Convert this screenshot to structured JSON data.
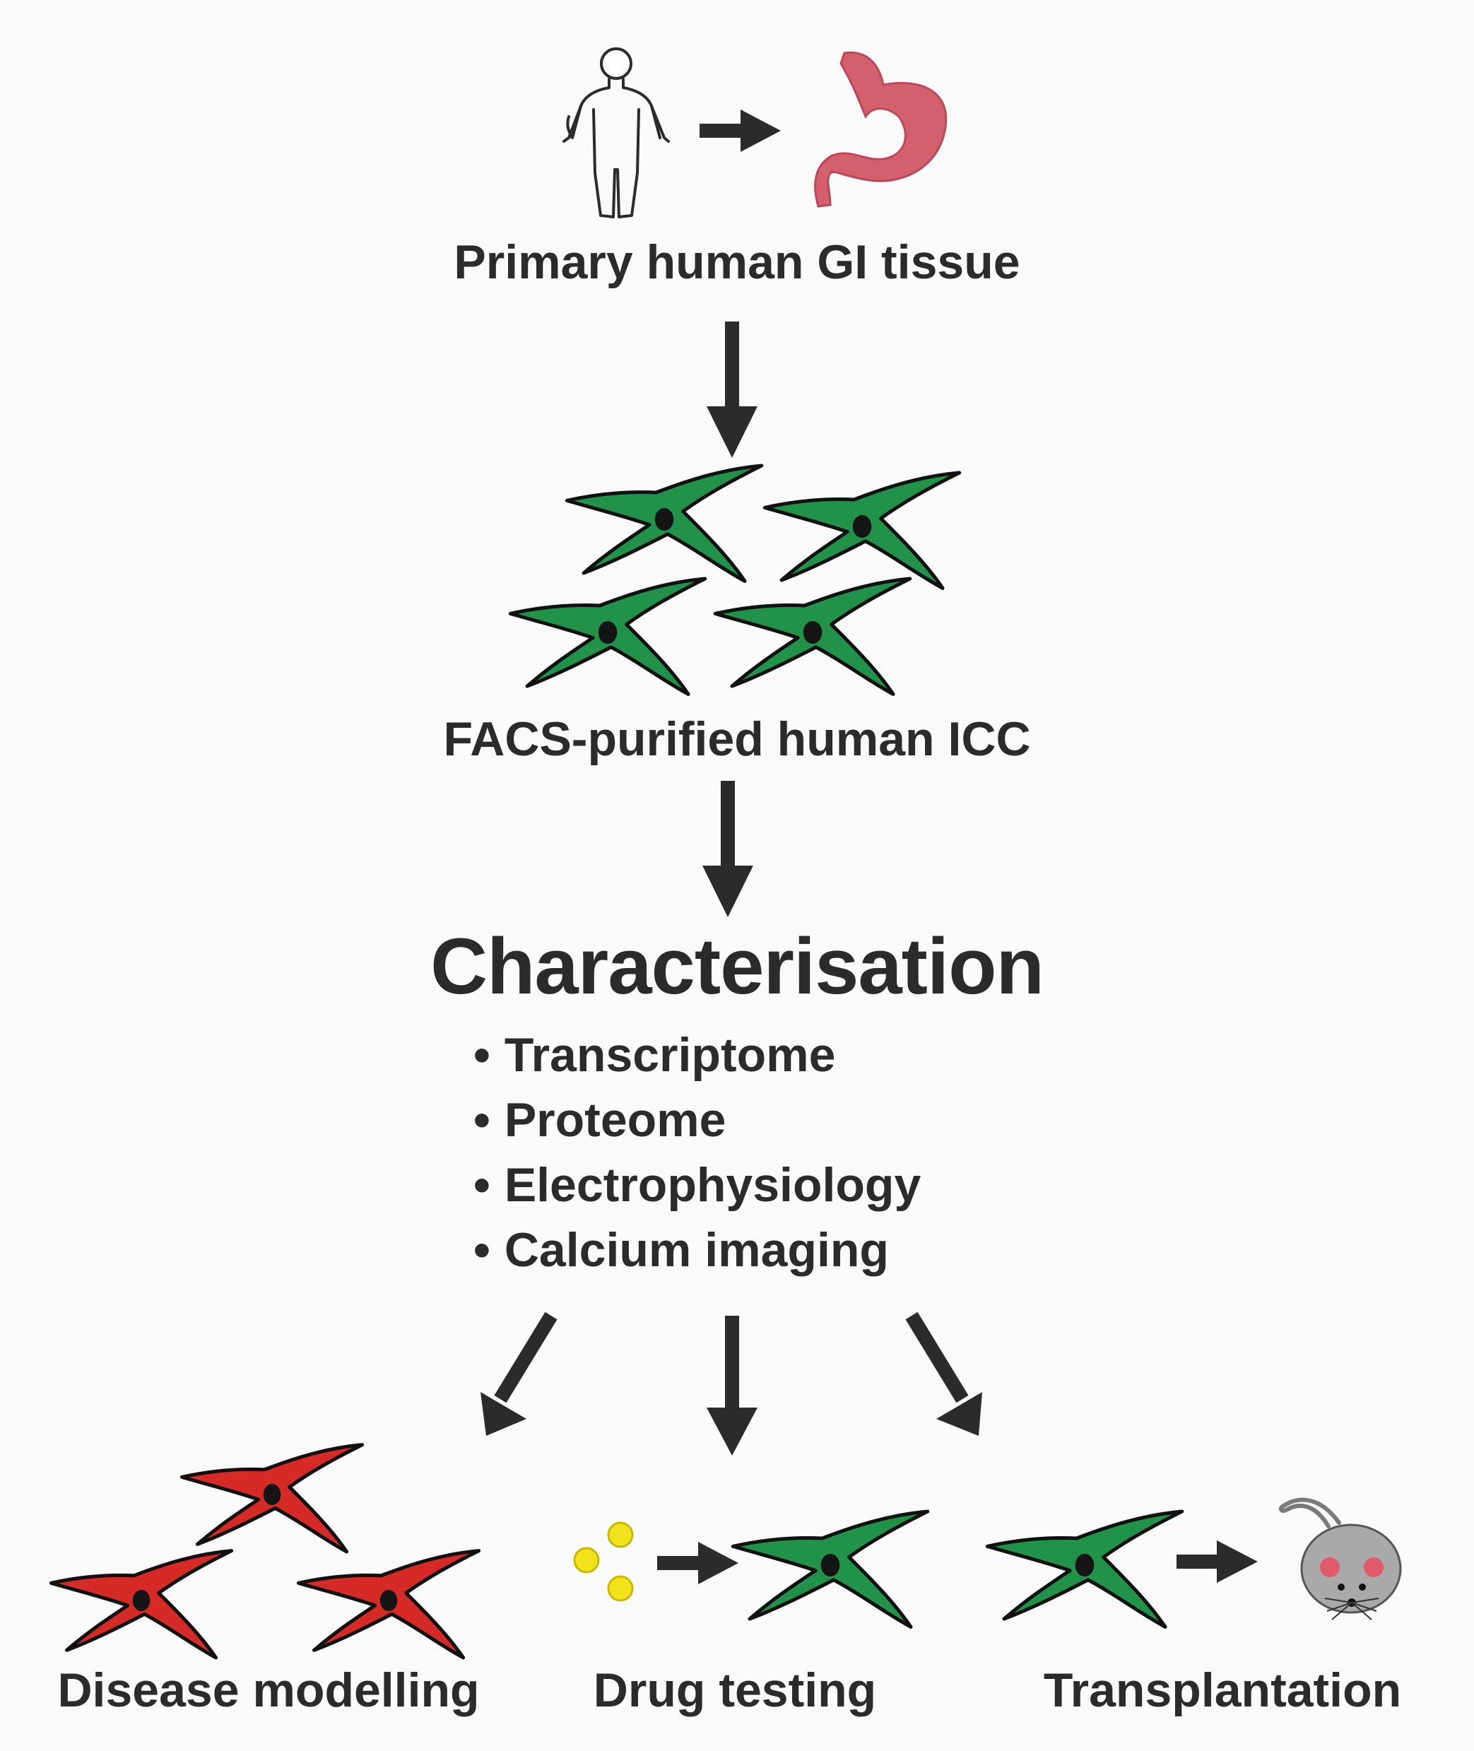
{
  "steps": {
    "primary": "Primary human GI tissue",
    "facs": "FACS-purified human ICC",
    "characterisation": "Characterisation"
  },
  "characterisation_items": [
    "Transcriptome",
    "Proteome",
    "Electrophysiology",
    "Calcium imaging"
  ],
  "applications": {
    "disease": "Disease modelling",
    "drug": "Drug testing",
    "transplant": "Transplantation"
  },
  "colors": {
    "healthy_cell": "#21924a",
    "diseased_cell": "#d62a27",
    "cell_outline": "#111111",
    "nucleus": "#151515",
    "stomach": "#d4606d",
    "drug": "#f2e21c",
    "mouse": "#a9a9a9",
    "mouse_eye": "#e05a6a",
    "arrow": "#2b2b2b"
  }
}
